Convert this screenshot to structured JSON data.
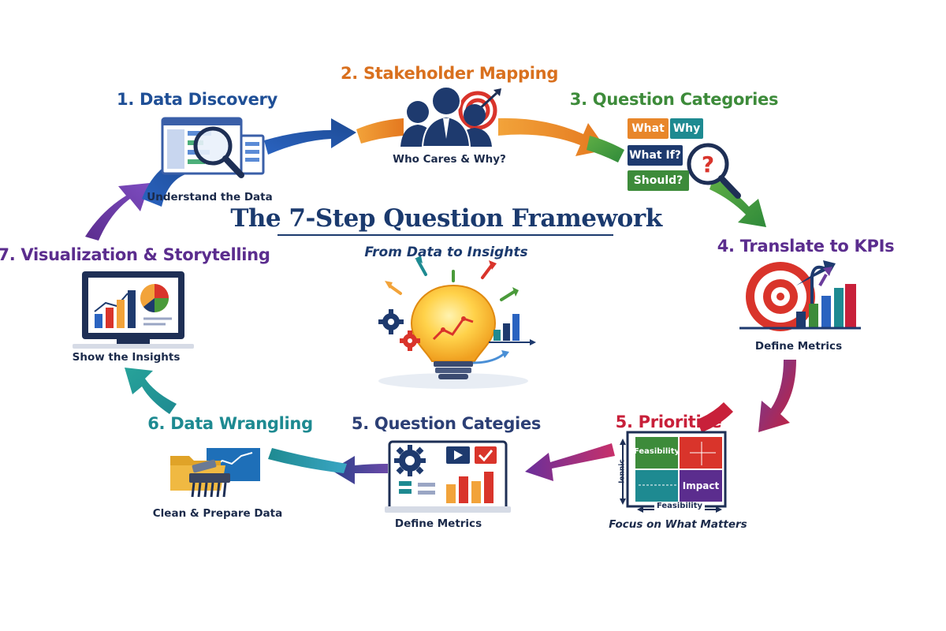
{
  "header": {
    "title": "The 7-Step Question Framework",
    "subtitle": "From Data to Insights"
  },
  "steps": [
    {
      "title": "1. Data Discovery",
      "subtitle": "Understand the Data",
      "color": "#1f4f96",
      "icon": "magnifier-dashboard-icon"
    },
    {
      "title": "2. Stakeholder Mapping",
      "subtitle": "Who Cares & Why?",
      "color": "#d9701e",
      "icon": "people-target-icon"
    },
    {
      "title": "3. Question Categories",
      "subtitle": "",
      "color": "#3d8b3a",
      "icon": "question-cards-icon",
      "chips": [
        "What",
        "Why",
        "What If?",
        "Should?"
      ]
    },
    {
      "title": "4. Translate to KPIs",
      "subtitle": "Define Metrics",
      "color": "#5b2d8e",
      "icon": "target-bar-chart-icon"
    },
    {
      "title": "5. Prioritize",
      "subtitle": "Focus on What Matters",
      "color": "#c8203a",
      "icon": "priority-matrix-icon",
      "matrix": {
        "cell_top_left": "Feasibility",
        "cell_bottom_right": "Impact",
        "y_label": "lennic",
        "x_label": "Feasibility"
      }
    },
    {
      "title": "5. Question Categies",
      "subtitle": "Define Metrics",
      "color": "#2c3f75",
      "icon": "gear-dashboard-icon"
    },
    {
      "title": "6. Data Wrangling",
      "subtitle": "Clean & Prepare Data",
      "color": "#1e8a91",
      "icon": "folder-brush-icon"
    },
    {
      "title": "7. Visualization & Storytelling",
      "subtitle": "Show the Insights",
      "color": "#5b2d8e",
      "icon": "monitor-chart-icon"
    }
  ],
  "center_icon": "lightbulb-insight-icon",
  "colors": {
    "navy": "#1b3a6e",
    "orange": "#e8862a",
    "green": "#4a9a3a",
    "purple": "#6a3c9c",
    "red": "#c8203a",
    "teal": "#1e8a91",
    "blue": "#1f5fb0"
  }
}
